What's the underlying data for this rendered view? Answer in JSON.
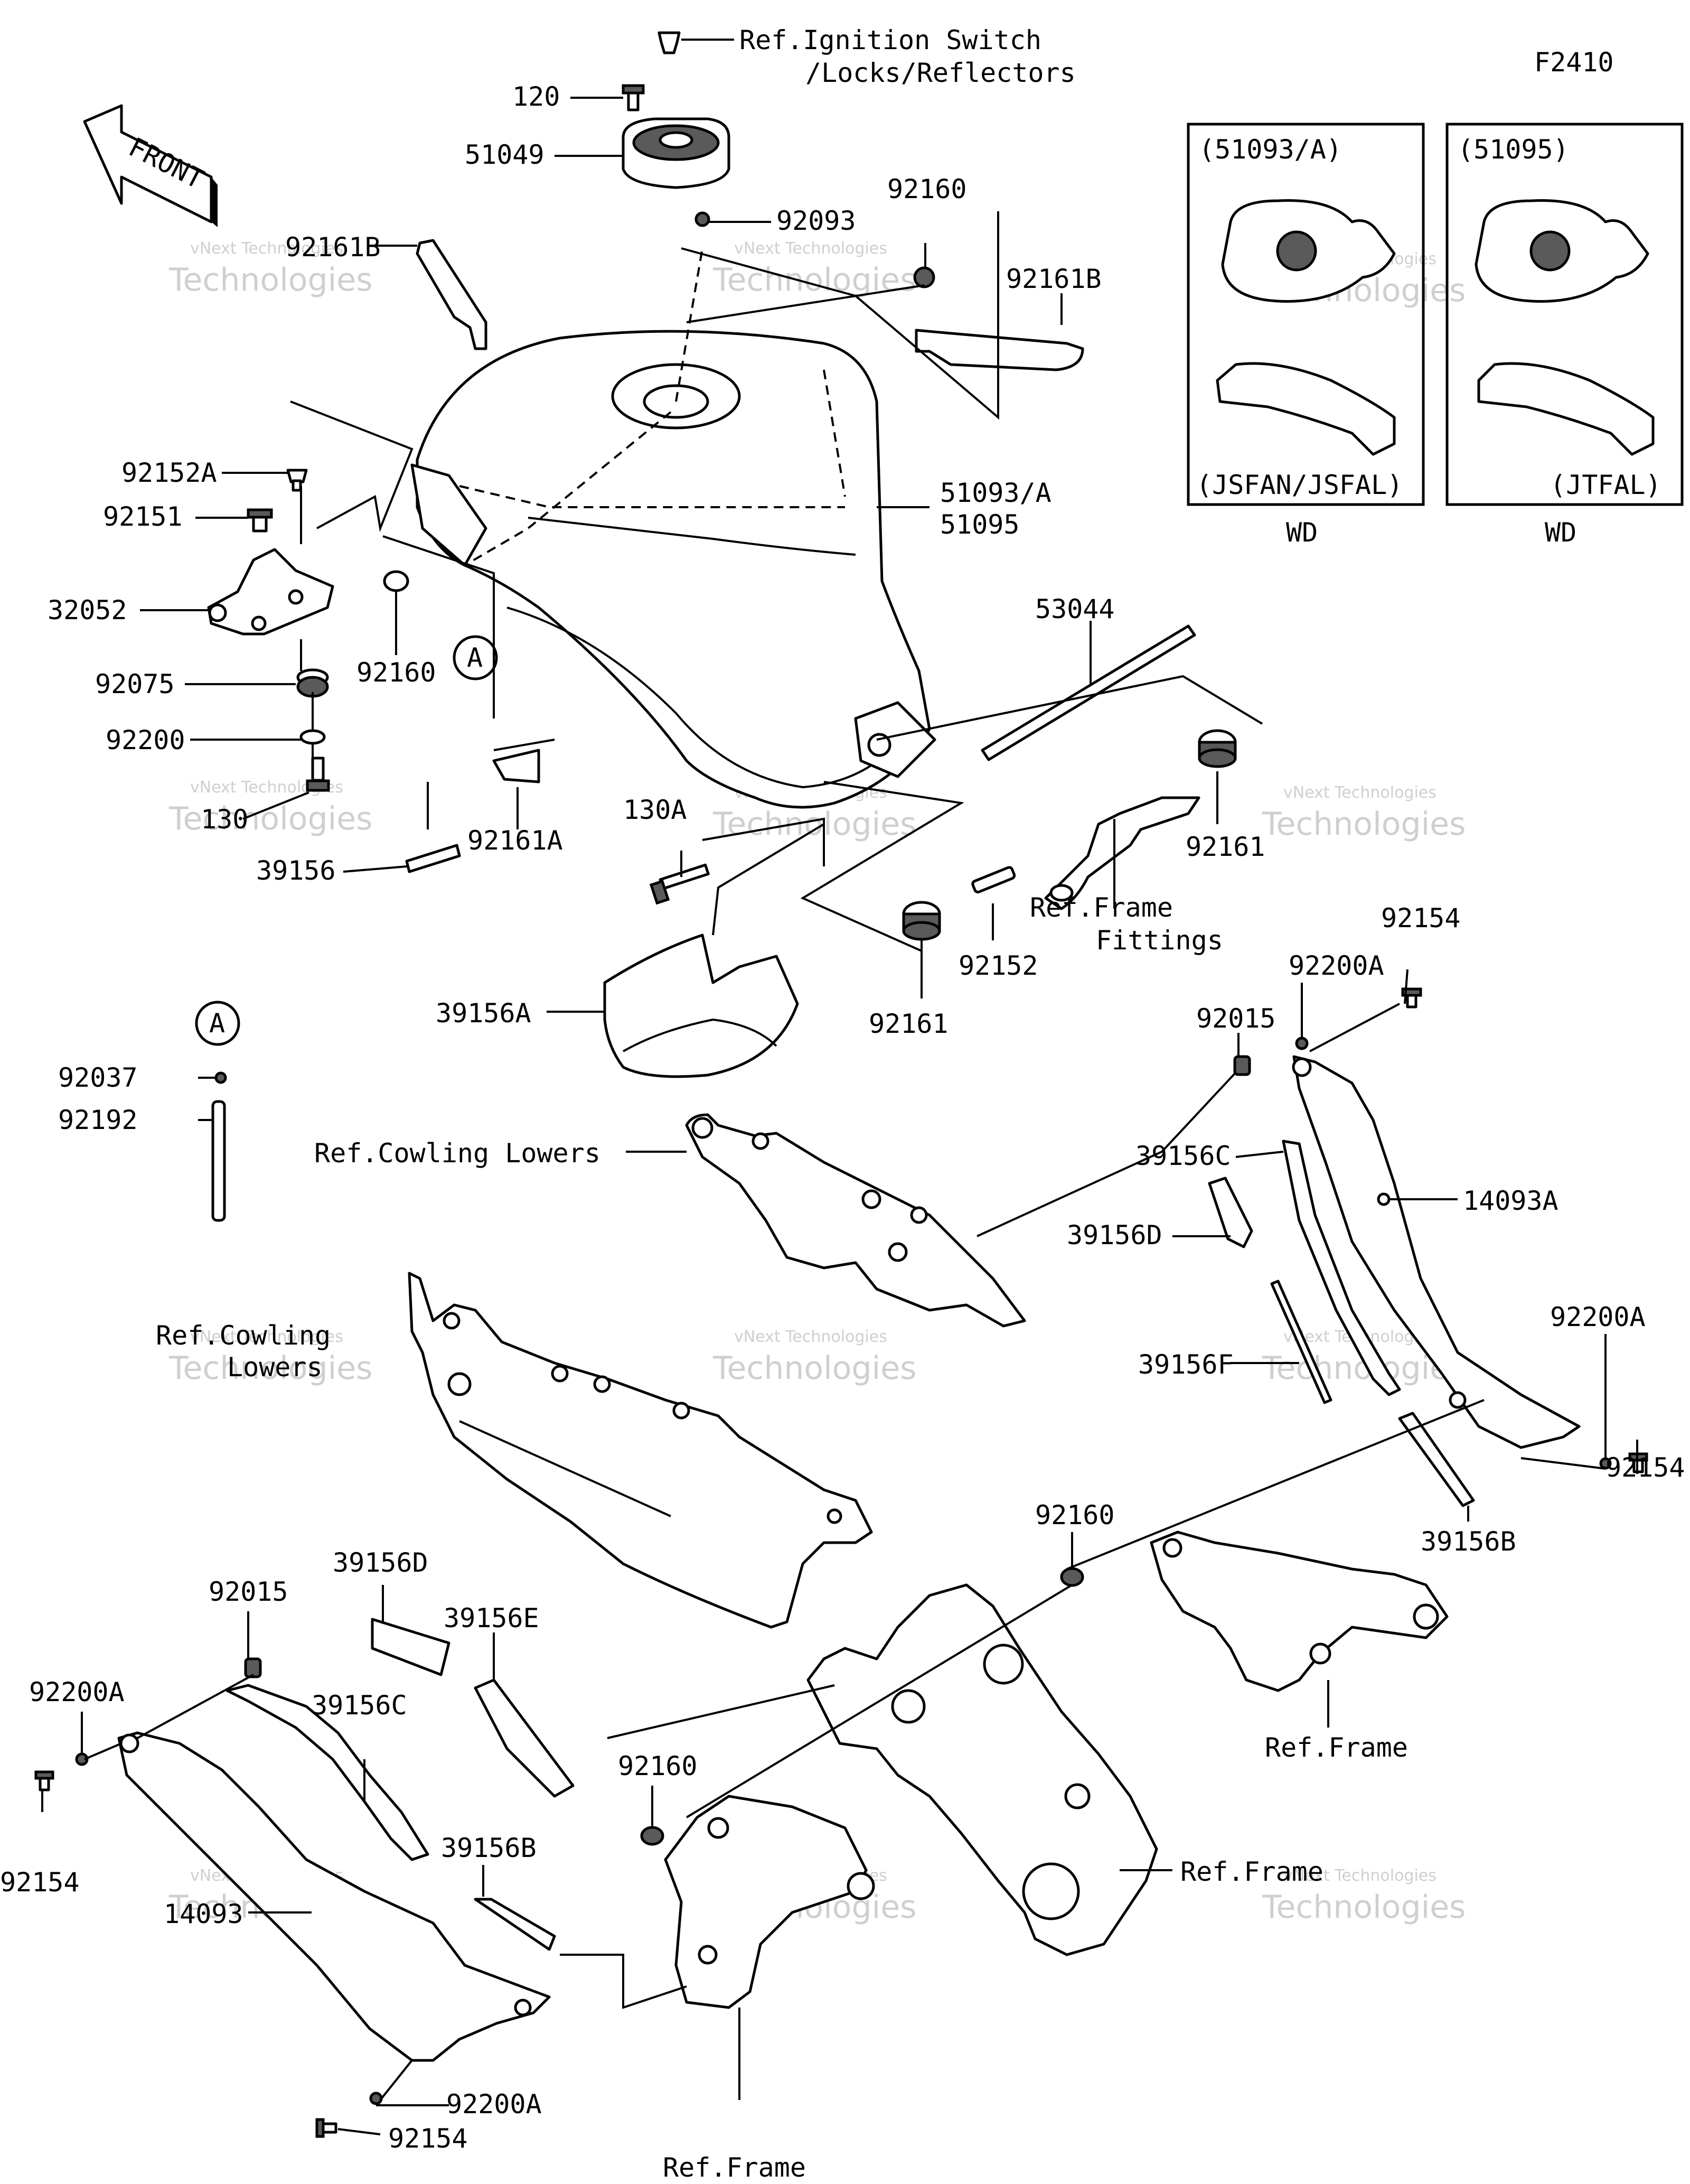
{
  "diagram_code": "F2410",
  "front_arrow_label": "FRONT",
  "callout_letter": "A",
  "watermark": {
    "line1": "vNext Technologies",
    "line2": "Technologies"
  },
  "inset": {
    "left": {
      "header": "(51093/A)",
      "footer": "(JSFAN/JSFAL)",
      "below": "WD"
    },
    "right": {
      "header": "(51095)",
      "footer": "(JTFAL)",
      "below": "WD"
    }
  },
  "labels": {
    "ref_ignition_1": "Ref.Ignition Switch",
    "ref_ignition_2": "/Locks/Reflectors",
    "p120": "120",
    "p51049": "51049",
    "p92093": "92093",
    "p92160_top": "92160",
    "p92161B_left": "92161B",
    "p92161B_right": "92161B",
    "p92152A": "92152A",
    "p92151": "92151",
    "p32052": "32052",
    "p92075": "92075",
    "p92200": "92200",
    "p130": "130",
    "p39156": "39156",
    "p92161A": "92161A",
    "p92160_left": "92160",
    "p51093A": "51093/A",
    "p51095": "51095",
    "p53044": "53044",
    "p130A": "130A",
    "ref_frame_fittings_1": "Ref.Frame",
    "ref_frame_fittings_2": "Fittings",
    "p92161_right": "92161",
    "p92152": "92152",
    "p92161_center": "92161",
    "p39156A": "39156A",
    "p92037": "92037",
    "p92192": "92192",
    "ref_cowling_lowers_1": "Ref.Cowling Lowers",
    "ref_cowling_lowers_2a": "Ref.Cowling",
    "ref_cowling_lowers_2b": "Lowers",
    "p92154_tr": "92154",
    "p92200A_tr": "92200A",
    "p92015_r": "92015",
    "p39156C_r": "39156C",
    "p14093A": "14093A",
    "p39156D_r": "39156D",
    "p39156F": "39156F",
    "p92200A_r": "92200A",
    "p92154_r": "92154",
    "p39156B_r": "39156B",
    "p92160_mid": "92160",
    "ref_frame_r": "Ref.Frame",
    "p39156D_l": "39156D",
    "p92015_l": "92015",
    "p39156E": "39156E",
    "p92200A_l": "92200A",
    "p39156C_l": "39156C",
    "p92160_low": "92160",
    "p92154_l": "92154",
    "p39156B_l": "39156B",
    "p14093": "14093",
    "ref_frame_mid": "Ref.Frame",
    "p92200A_b": "92200A",
    "p92154_b": "92154",
    "ref_frame_b": "Ref.Frame"
  }
}
